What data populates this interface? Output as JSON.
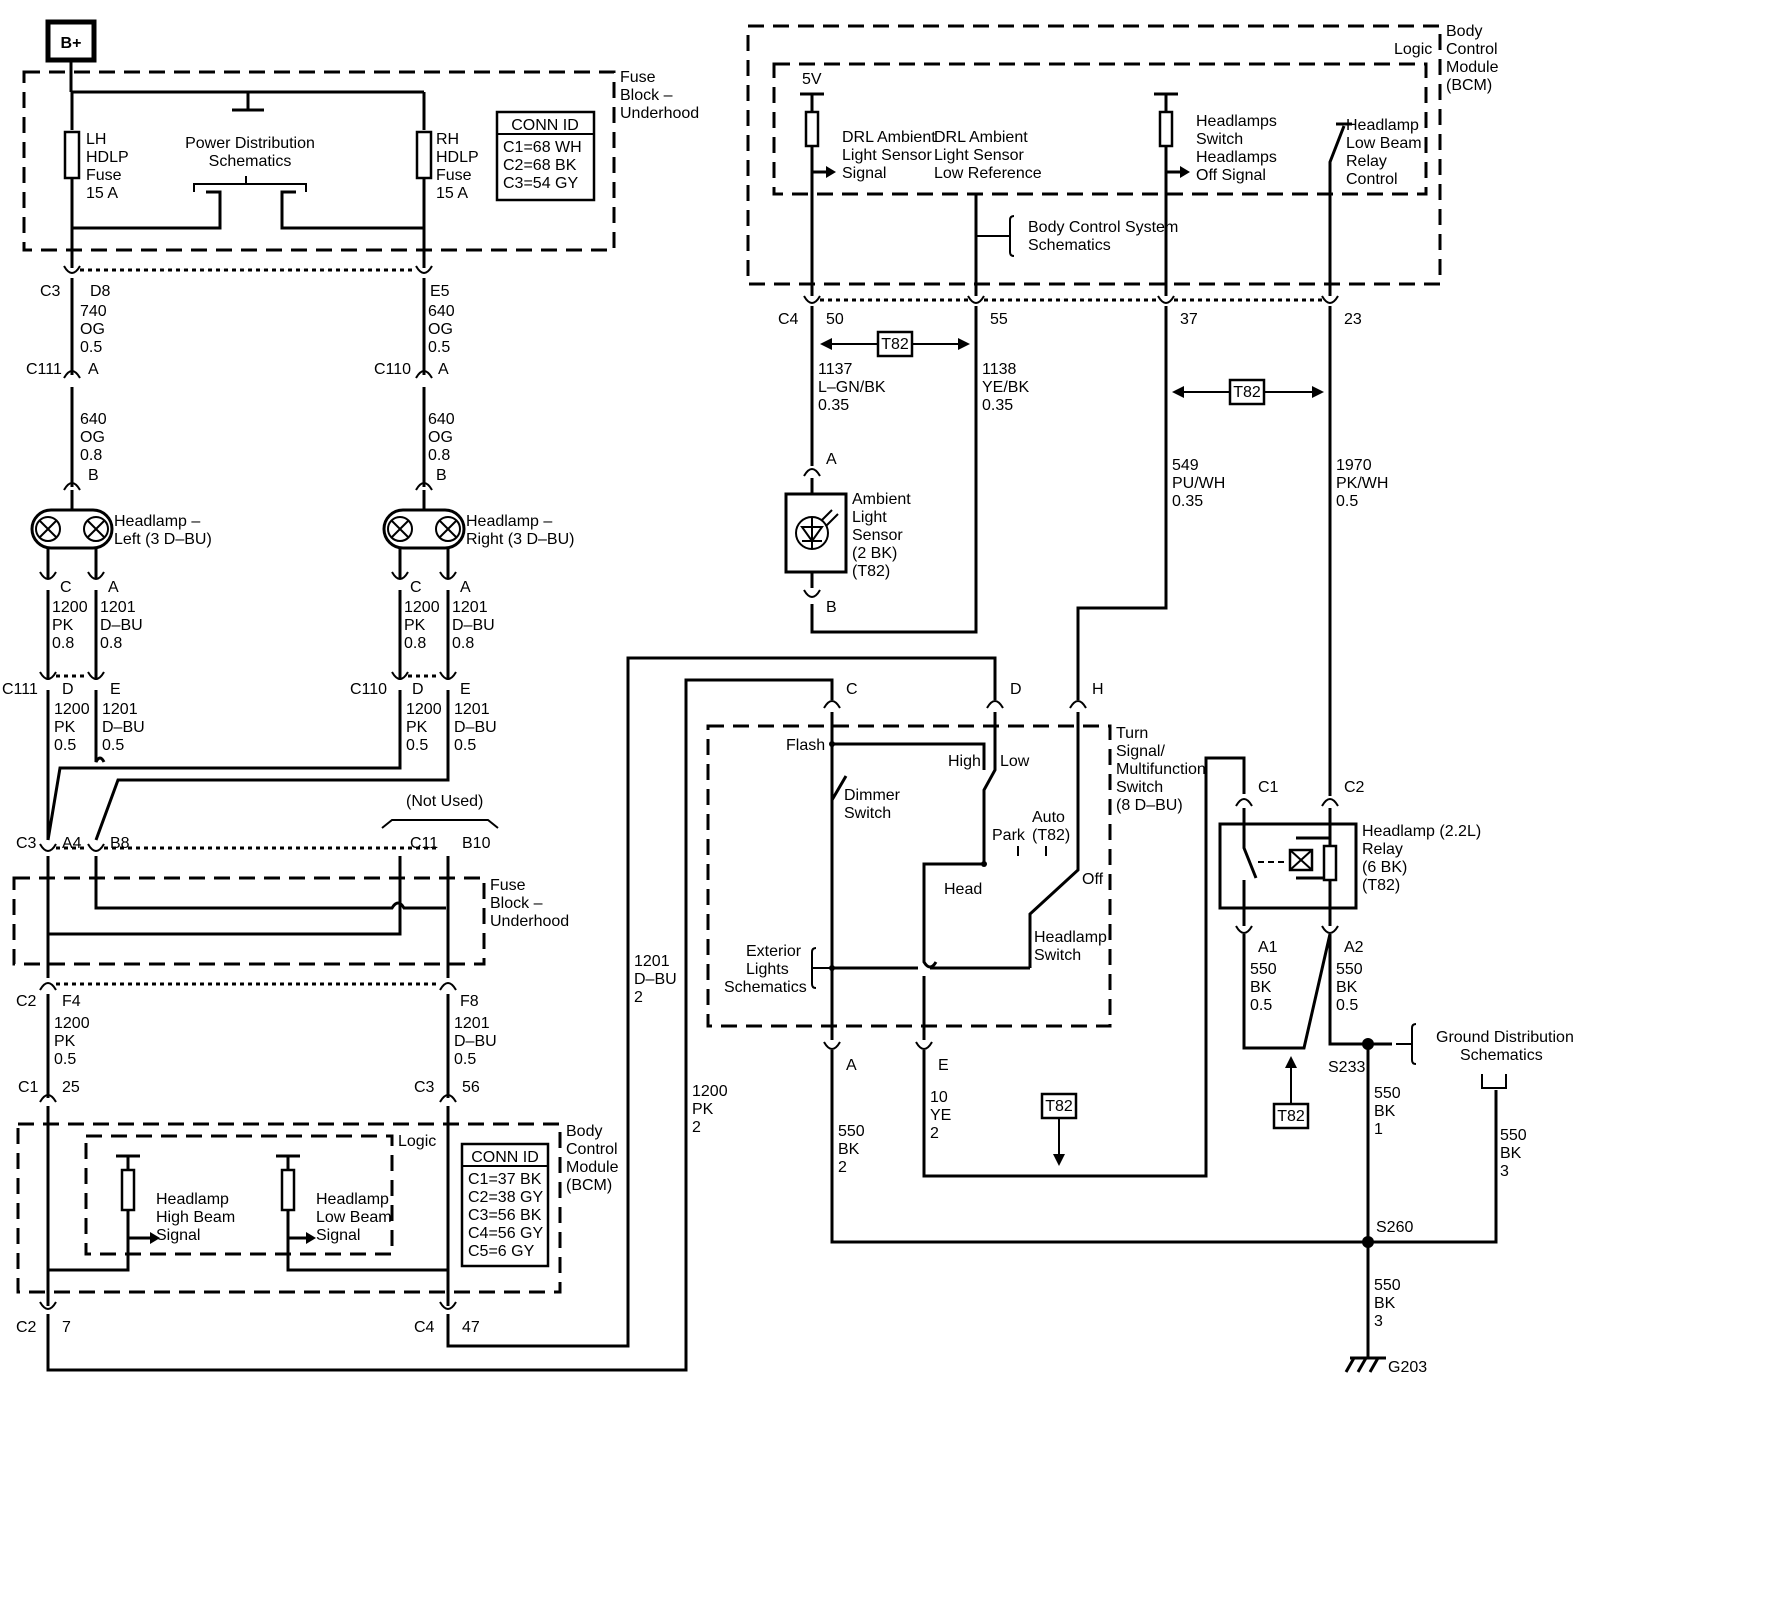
{
  "diagram": {
    "bplus": "B+",
    "fuse_block_top": [
      "Fuse",
      "Block –",
      "Underhood"
    ],
    "fuse_block_bottom": [
      "Fuse",
      "Block –",
      "Underhood"
    ],
    "lh_fuse": [
      "LH",
      "HDLP",
      "Fuse",
      "15 A"
    ],
    "rh_fuse": [
      "RH",
      "HDLP",
      "Fuse",
      "15 A"
    ],
    "power_distribution": [
      "Power Distribution",
      "Schematics"
    ],
    "conn_id_top": {
      "title": "CONN ID",
      "lines": [
        "C1=68 WH",
        "C2=68 BK",
        "C3=54 GY"
      ]
    },
    "conn_id_bcm": {
      "title": "CONN ID",
      "lines": [
        "C1=37 BK",
        "C2=38 GY",
        "C3=56 BK",
        "C4=56 GY",
        "C5=6 GY"
      ]
    },
    "bcm_label": [
      "Body",
      "Control",
      "Module",
      "(BCM)"
    ],
    "logic": "Logic",
    "left": {
      "c3": "C3",
      "d8": "D8",
      "wire_740": [
        "740",
        "OG",
        "0.5"
      ],
      "c111": "C111",
      "pin_a": "A",
      "wire_640": [
        "640",
        "OG",
        "0.8"
      ],
      "pin_b": "B",
      "headlamp": [
        "Headlamp –",
        "Left (3 D–BU)"
      ],
      "pin_c": "C",
      "pin_a2": "A",
      "wire_1200": [
        "1200",
        "PK",
        "0.8"
      ],
      "wire_1201": [
        "1201",
        "D–BU",
        "0.8"
      ],
      "c111b": "C111",
      "pin_d": "D",
      "pin_e": "E",
      "wire_1200b": [
        "1200",
        "PK",
        "0.5"
      ],
      "wire_1201b": [
        "1201",
        "D–BU",
        "0.5"
      ]
    },
    "right": {
      "e5": "E5",
      "wire_640a": [
        "640",
        "OG",
        "0.5"
      ],
      "c110": "C110",
      "pin_a": "A",
      "wire_640": [
        "640",
        "OG",
        "0.8"
      ],
      "pin_b": "B",
      "headlamp": [
        "Headlamp –",
        "Right (3 D–BU)"
      ],
      "pin_c": "C",
      "pin_a2": "A",
      "wire_1200": [
        "1200",
        "PK",
        "0.8"
      ],
      "wire_1201": [
        "1201",
        "D–BU",
        "0.8"
      ],
      "c110b": "C110",
      "pin_d": "D",
      "pin_e": "E",
      "wire_1200b": [
        "1200",
        "PK",
        "0.5"
      ],
      "wire_1201b": [
        "1201",
        "D–BU",
        "0.5"
      ]
    },
    "fb_bottom": {
      "c3": "C3",
      "a4": "A4",
      "b8": "B8",
      "not_used": "(Not Used)",
      "c11": "C11",
      "b10": "B10",
      "c2": "C2",
      "f4": "F4",
      "f8": "F8",
      "wire_1200": [
        "1200",
        "PK",
        "0.5"
      ],
      "wire_1201": [
        "1201",
        "D–BU",
        "0.5"
      ]
    },
    "bcm_left": {
      "c1": "C1",
      "p25": "25",
      "c3": "C3",
      "p56": "56",
      "high_beam": [
        "Headlamp",
        "High Beam",
        "Signal"
      ],
      "low_beam": [
        "Headlamp",
        "Low Beam",
        "Signal"
      ],
      "c2": "C2",
      "p7": "7",
      "c4": "C4",
      "p47": "47"
    },
    "long_wires": {
      "w1201": [
        "1201",
        "D–BU",
        "2"
      ],
      "w1200": [
        "1200",
        "PK",
        "2"
      ]
    },
    "bcm_right": {
      "v5": "5V",
      "drl_signal": [
        "DRL Ambient",
        "Light Sensor",
        "Signal"
      ],
      "drl_low_ref": [
        "DRL Ambient",
        "Light Sensor",
        "Low Reference"
      ],
      "hl_switch_off": [
        "Headlamps",
        "Switch",
        "Headlamps",
        "Off Signal"
      ],
      "hl_low_relay": [
        "Headlamp",
        "Low Beam",
        "Relay",
        "Control"
      ],
      "body_control_system": [
        "Body Control System",
        "Schematics"
      ],
      "c4": "C4",
      "p50": "50",
      "p55": "55",
      "p37": "37",
      "p23": "23",
      "t82": "T82"
    },
    "wires_right": {
      "w1137": [
        "1137",
        "L–GN/BK",
        "0.35"
      ],
      "w1138": [
        "1138",
        "YE/BK",
        "0.35"
      ],
      "w549": [
        "549",
        "PU/WH",
        "0.35"
      ],
      "w1970": [
        "1970",
        "PK/WH",
        "0.5"
      ]
    },
    "ambient_sensor": {
      "pin_a": "A",
      "pin_b": "B",
      "label": [
        "Ambient",
        "Light",
        "Sensor",
        "(2 BK)",
        "(T82)"
      ]
    },
    "turn_switch": {
      "pin_c": "C",
      "pin_d": "D",
      "pin_h": "H",
      "flash": "Flash",
      "high": "High",
      "low": "Low",
      "dimmer": [
        "Dimmer",
        "Switch"
      ],
      "park": "Park",
      "auto": [
        "Auto",
        "(T82)"
      ],
      "off": "Off",
      "head": "Head",
      "headlamp_switch": [
        "Headlamp",
        "Switch"
      ],
      "exterior": [
        "Exterior",
        "Lights",
        "Schematics"
      ],
      "label": [
        "Turn",
        "Signal/",
        "Multifunction",
        "Switch",
        "(8 D–BU)"
      ],
      "pin_a": "A",
      "pin_e": "E",
      "w550": [
        "550",
        "BK",
        "2"
      ],
      "w10": [
        "10",
        "YE",
        "2"
      ]
    },
    "relay": {
      "c1": "C1",
      "c2": "C2",
      "a1": "A1",
      "a2": "A2",
      "label": [
        "Headlamp (2.2L)",
        "Relay",
        "(6 BK)",
        "(T82)"
      ],
      "w550a": [
        "550",
        "BK",
        "0.5"
      ],
      "w550b": [
        "550",
        "BK",
        "0.5"
      ]
    },
    "ground": {
      "s233": "S233",
      "gds": [
        "Ground Distribution",
        "Schematics"
      ],
      "w550_1": [
        "550",
        "BK",
        "1"
      ],
      "w550_3a": [
        "550",
        "BK",
        "3"
      ],
      "s260": "S260",
      "w550_3b": [
        "550",
        "BK",
        "3"
      ],
      "g203": "G203"
    }
  }
}
